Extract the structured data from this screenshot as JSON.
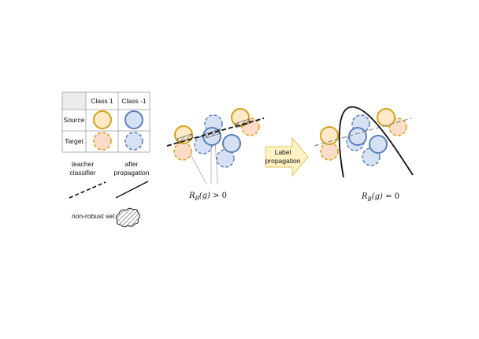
{
  "legend_table": {
    "col_headers": [
      "Class 1",
      "Class -1"
    ],
    "row_headers": [
      "Source",
      "Target"
    ]
  },
  "line_legend": {
    "teacher": [
      "teacher",
      "classifier"
    ],
    "after": [
      "after",
      "propagation"
    ]
  },
  "non_robust_label": "non-robust set",
  "arrow_label": [
    "Label",
    "propagation"
  ],
  "before_caption": {
    "lhs": "R",
    "sub": "B",
    "arg": "(g)",
    "rel": " > 0"
  },
  "after_caption": {
    "lhs": "R",
    "sub": "B",
    "arg": "(g)",
    "rel": " = 0"
  },
  "colors": {
    "class1_stroke": "#d6a11c",
    "class1_fill": "#fde9c8",
    "class1_target_fill": "#fbdcc8",
    "classm1_stroke": "#5b7fb8",
    "classm1_fill": "#d6e2f4",
    "arrow_fill": "#fff3c4",
    "arrow_stroke": "#e3c25c"
  }
}
